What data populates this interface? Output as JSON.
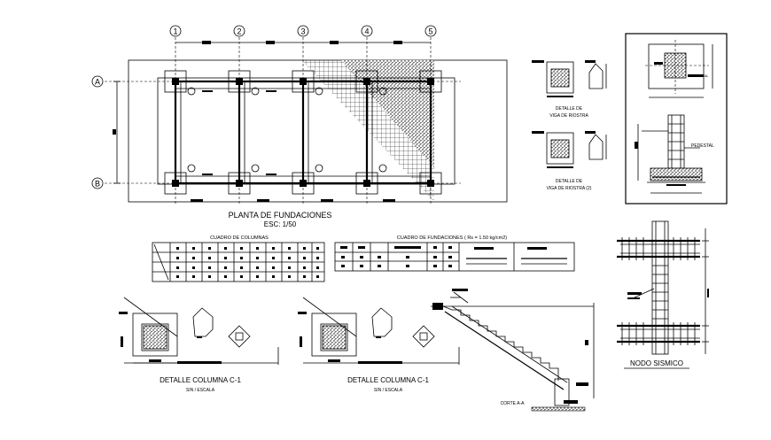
{
  "plan": {
    "title": "PLANTA DE FUNDACIONES",
    "scale": "ESC: 1/50",
    "grid_numbers": [
      "1",
      "2",
      "3",
      "4",
      "5"
    ],
    "grid_letters": [
      "A",
      "B"
    ]
  },
  "beam_details": {
    "detail1_line1": "DETALLE DE",
    "detail1_line2": "VIGA DE RIOSTRA",
    "detail2_line1": "DETALLE DE",
    "detail2_line2": "VIGA DE RIOSTRA (2)"
  },
  "tables": {
    "columns_title": "CUADRO DE COLUMNAS",
    "foundations_title": "CUADRO DE FUNDACIONES ( Rs = 1.50 kg/cm2)"
  },
  "column_details": [
    {
      "title": "DETALLE COLUMNA C-1",
      "subtitle": "SIN / ESCALA"
    },
    {
      "title": "DETALLE COLUMNA C-1",
      "subtitle": "SIN / ESCALA"
    }
  ],
  "stair": {
    "label": "CORTE A-A"
  },
  "node": {
    "title": "NODO SISMICO"
  },
  "pedestal": {
    "label1": "PEDESTAL",
    "label2": "PEDESTAL"
  }
}
